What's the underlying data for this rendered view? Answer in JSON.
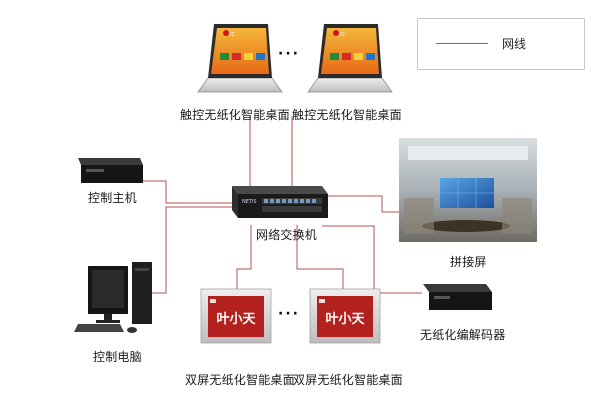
{
  "legend": {
    "line_label": "网线",
    "line_color": "#b45450"
  },
  "nodes": {
    "switch": {
      "label": "网络交换机",
      "brand_text": "NETIS"
    },
    "tablet_1": {
      "label": "触控无纸化智能桌面",
      "screen_text": "IC"
    },
    "tablet_2": {
      "label": "触控无纸化智能桌面",
      "screen_text": "IC"
    },
    "host": {
      "label": "控制主机"
    },
    "pc": {
      "label": "控制电脑"
    },
    "video_wall": {
      "label": "拼接屏"
    },
    "decoder": {
      "label": "无纸化编解码器"
    },
    "dual_1": {
      "label": "双屏无纸化智能桌面",
      "screen_text": "叶小天"
    },
    "dual_2": {
      "label": "双屏无纸化智能桌面",
      "screen_text": "叶小天"
    }
  },
  "ellipsis_top": "···",
  "ellipsis_bottom": "···"
}
